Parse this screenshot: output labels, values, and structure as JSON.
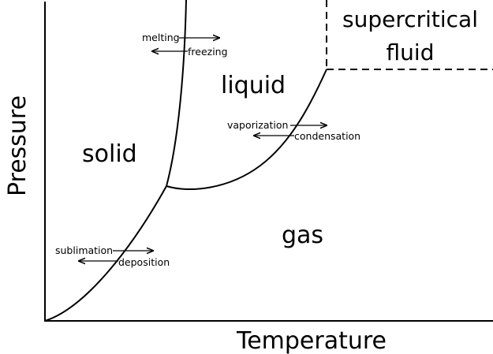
{
  "axes": {
    "x_label": "Temperature",
    "y_label": "Pressure"
  },
  "regions": {
    "solid": "solid",
    "liquid": "liquid",
    "gas": "gas",
    "supercritical_line1": "supercritical",
    "supercritical_line2": "fluid"
  },
  "transitions": {
    "melting": "melting",
    "freezing": "freezing",
    "vaporization": "vaporization",
    "condensation": "condensation",
    "sublimation": "sublimation",
    "deposition": "deposition"
  }
}
